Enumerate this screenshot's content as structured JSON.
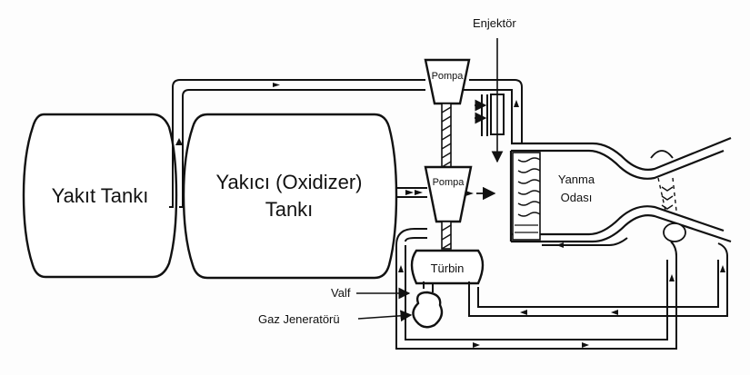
{
  "labels": {
    "fuel_tank": "Yakıt Tankı",
    "oxidizer_tank_line1": "Yakıcı (Oxidizer)",
    "oxidizer_tank_line2": "Tankı",
    "pump_top": "Pompa",
    "pump_bottom": "Pompa",
    "injector": "Enjektör",
    "chamber_line1": "Yanma",
    "chamber_line2": "Odası",
    "turbine": "Türbin",
    "valve": "Valf",
    "gas_generator": "Gaz Jeneratörü"
  }
}
